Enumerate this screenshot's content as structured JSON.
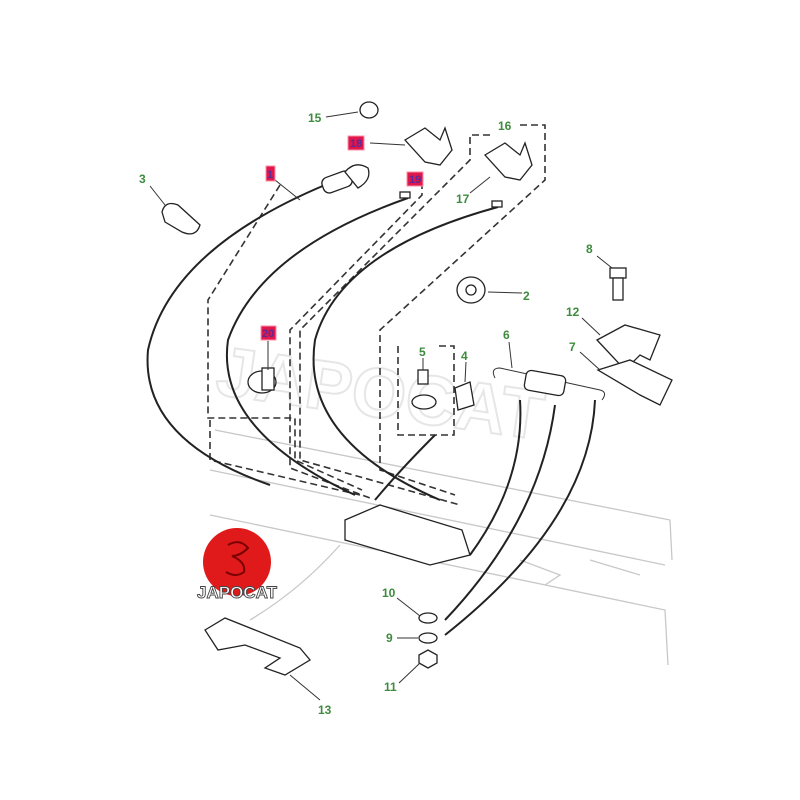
{
  "diagram": {
    "watermark": "JAPOCAT",
    "logo_text": "JAPOCAT",
    "colors": {
      "label": "#3d8b3d",
      "highlight": "#e0174a",
      "highlight_text": "#5a2a9a",
      "logo_red": "#e01a1a"
    },
    "labels": [
      {
        "text": "15"
      },
      {
        "text": "16"
      },
      {
        "text": "17"
      },
      {
        "text": "3"
      },
      {
        "text": "8"
      },
      {
        "text": "2"
      },
      {
        "text": "12"
      },
      {
        "text": "7"
      },
      {
        "text": "6"
      },
      {
        "text": "5"
      },
      {
        "text": "4"
      },
      {
        "text": "10"
      },
      {
        "text": "9"
      },
      {
        "text": "11"
      },
      {
        "text": "13"
      }
    ],
    "highlighted_labels": [
      {
        "text": "18"
      },
      {
        "text": "1"
      },
      {
        "text": "19"
      },
      {
        "text": "20"
      }
    ]
  }
}
